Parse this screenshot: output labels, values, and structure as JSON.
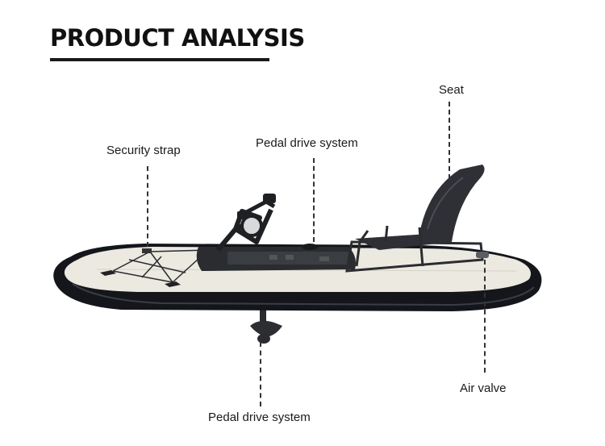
{
  "title": "PRODUCT ANALYSIS",
  "callouts": {
    "security_strap": "Security strap",
    "pedal_drive_top": "Pedal drive system",
    "seat": "Seat",
    "air_valve": "Air valve",
    "pedal_drive_bottom": "Pedal drive system"
  },
  "colors": {
    "board_deck": "#ebe9e0",
    "board_rail": "#14161c",
    "accessories": "#2a2c30",
    "text": "#1a1a1a"
  }
}
